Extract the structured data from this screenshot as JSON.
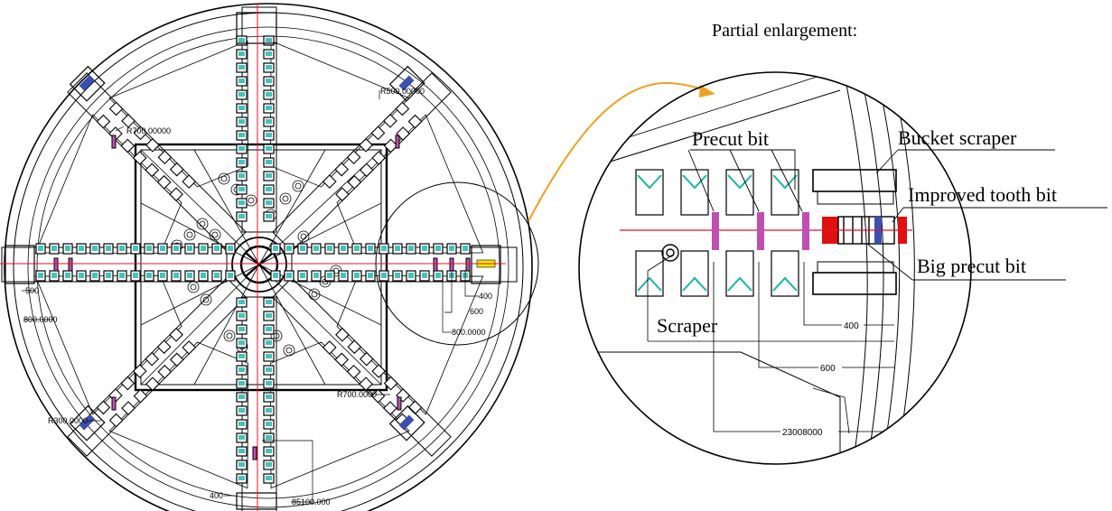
{
  "title": "Partial enlargement:",
  "callouts": {
    "precut_bit": "Precut bit",
    "bucket_scraper": "Bucket scraper",
    "improved_tooth_bit": "Improved tooth bit",
    "big_precut_bit": "Big precut bit",
    "scraper": "Scraper"
  },
  "dimensions": {
    "main": {
      "r700_top": "R700.00000",
      "r500": "R500.00000",
      "d500": "500",
      "d800_left": "800.0000",
      "d400": "400",
      "d600": "600",
      "d800_right": "800.0000",
      "r700_bottom": "R700.0000",
      "r300": "R300.0000",
      "d85": "85100.000",
      "d400_bottom": "400"
    },
    "detail": {
      "d400": "400",
      "d600": "600",
      "d2300": "23008000"
    }
  },
  "colors": {
    "centerline": "#e8102a",
    "tool_accent": "#19b3a6",
    "precut_marker": "#c14fb0",
    "arrow": "#f0a020",
    "bit_blue": "#3a4fb0",
    "bit_red": "#e01010",
    "bit_yellow": "#f2e600"
  }
}
